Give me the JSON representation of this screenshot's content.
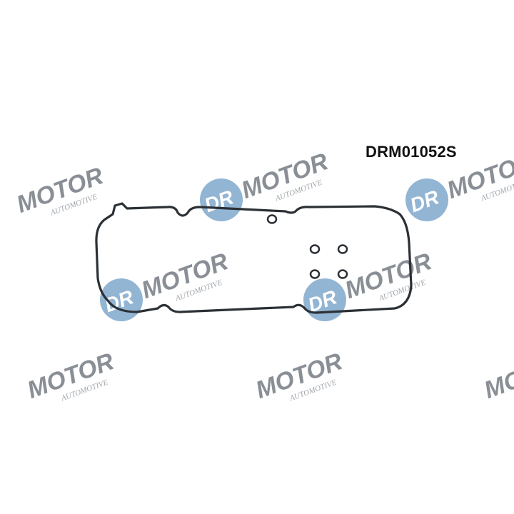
{
  "product": {
    "code": "DRM01052S"
  },
  "watermark": {
    "brand": "DR.MOTOR",
    "main": "MOTOR",
    "circle": "DR",
    "sub": "AUTOMOTIVE",
    "color": "#6f9cc6"
  },
  "gasket": {
    "color": "#2b3035",
    "o_rings": 5
  }
}
